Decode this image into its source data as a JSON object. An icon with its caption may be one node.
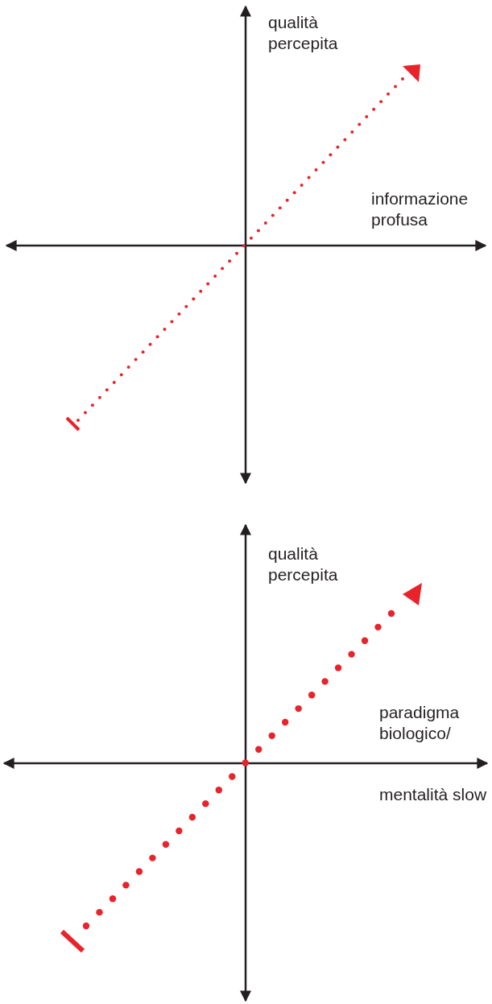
{
  "diagram": {
    "labels": [
      "qualità percepita",
      "informazione profusa",
      "qualità percepita",
      "paradigma biologico/",
      "mentalità slow"
    ]
  }
}
